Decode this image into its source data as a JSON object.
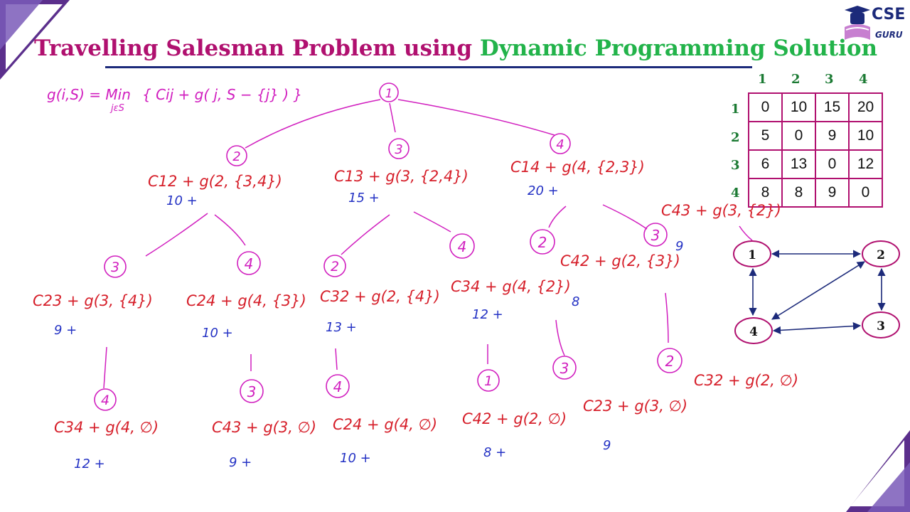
{
  "title": {
    "part1": "Travelling Salesman Problem using",
    "part2": "Dynamic Programming Solution"
  },
  "logo": {
    "main": "CSE",
    "sub": "GURU"
  },
  "colors": {
    "magenta": "#b0106f",
    "green": "#22b34a",
    "navy": "#1c2a7a",
    "ink_pink": "#d11fbf",
    "ink_red": "#d61f2a",
    "ink_blue": "#2432c4"
  },
  "matrix": {
    "col_headers": [
      "1",
      "2",
      "3",
      "4"
    ],
    "row_headers": [
      "1",
      "2",
      "3",
      "4"
    ],
    "rows": [
      [
        "0",
        "10",
        "15",
        "20"
      ],
      [
        "5",
        "0",
        "9",
        "10"
      ],
      [
        "6",
        "13",
        "0",
        "12"
      ],
      [
        "8",
        "8",
        "9",
        "0"
      ]
    ]
  },
  "graph": {
    "nodes": [
      "1",
      "2",
      "3",
      "4"
    ]
  },
  "formula": {
    "lhs": "g(i,S) = Min",
    "sub": "jεS",
    "rhs": "{ Cij + g( j, S − {j} ) }"
  },
  "tree": {
    "nodes": [
      "1",
      "2",
      "3",
      "4",
      "3",
      "4",
      "2",
      "4",
      "2",
      "3",
      "4",
      "3",
      "4",
      "1",
      "3",
      "2"
    ],
    "level1": [
      {
        "expr": "C12 + g(2, {3,4})",
        "cost": "10 +"
      },
      {
        "expr": "C13 + g(3, {2,4})",
        "cost": "15 +"
      },
      {
        "expr": "C14 + g(4, {2,3})",
        "cost": "20 +"
      }
    ],
    "level2": [
      {
        "expr": "C23 + g(3, {4})",
        "cost": "9 +"
      },
      {
        "expr": "C24 + g(4, {3})",
        "cost": "10 +"
      },
      {
        "expr": "C32 + g(2, {4})",
        "cost": "13 +"
      },
      {
        "expr": "C34 + g(4, {2})",
        "cost": "12 +"
      },
      {
        "expr": "C42 + g(2, {3})",
        "cost": "8"
      },
      {
        "expr": "C43 + g(3, {2})",
        "cost": "9"
      }
    ],
    "level3": [
      {
        "expr": "C34 + g(4, ∅)",
        "cost": "12 +"
      },
      {
        "expr": "C43 + g(3, ∅)",
        "cost": "9 +"
      },
      {
        "expr": "C24 + g(4, ∅)",
        "cost": "10 +"
      },
      {
        "expr": "C42 + g(2, ∅)",
        "cost": "8 +"
      },
      {
        "expr": "C23 + g(3, ∅)",
        "cost": "9"
      },
      {
        "expr": "C32 + g(2, ∅)",
        "cost": ""
      }
    ]
  }
}
